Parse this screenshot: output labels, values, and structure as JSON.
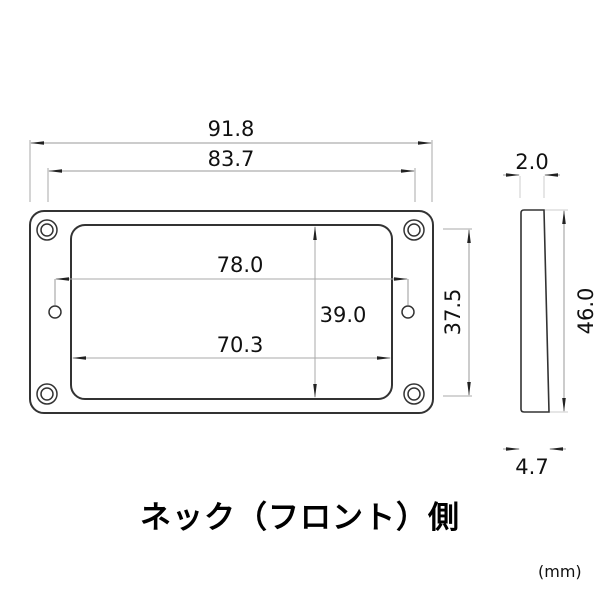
{
  "diagram": {
    "title": "ネック（フロント）側",
    "unit": "(mm)",
    "front_view": {
      "overall_width": "91.8",
      "mounting_hole_spacing": "83.7",
      "inner_length_top": "78.0",
      "inner_length_bottom": "70.3",
      "inner_height": "39.0",
      "hole_spacing_vertical": "37.5"
    },
    "side_view": {
      "top_thickness": "2.0",
      "bottom_thickness": "4.7",
      "overall_height": "46.0"
    },
    "colors": {
      "outline": "#333333",
      "dimension_line": "#999999",
      "text": "#111111"
    }
  }
}
